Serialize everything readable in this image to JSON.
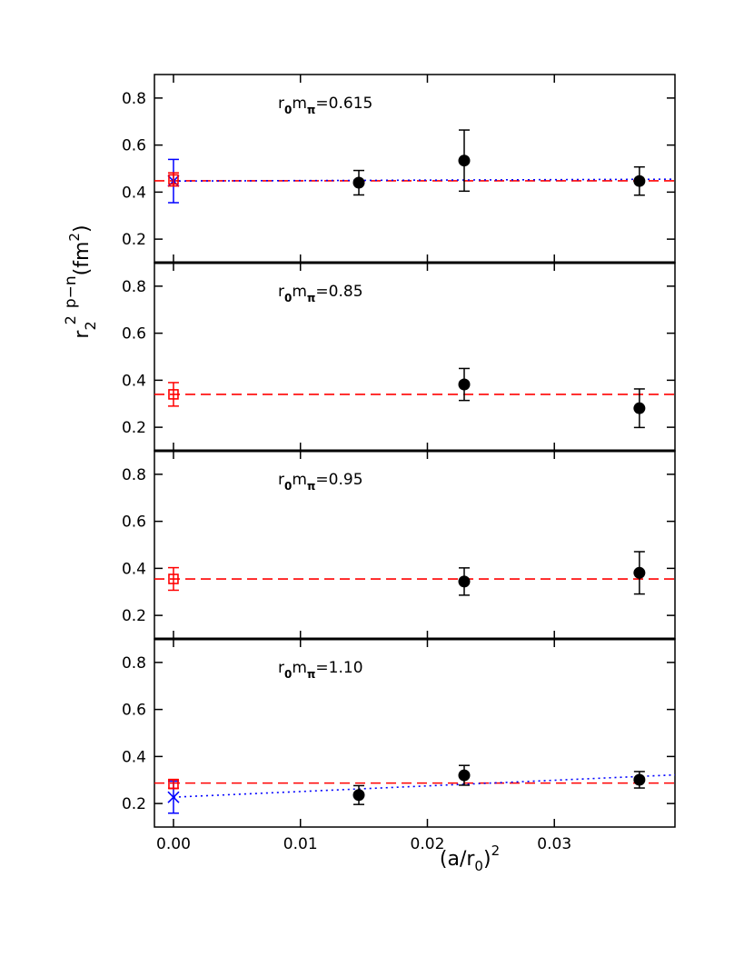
{
  "chart_data": {
    "type": "scatter",
    "xlabel_parts": {
      "base": "(a/r",
      "sub": "0",
      "close": ")",
      "sup": "2"
    },
    "ylabel_parts": {
      "base": "r",
      "sub": "2",
      "sup1": "2",
      "mid": "p−n",
      "unit": "(fm",
      "unit_sup": "2",
      "unit_close": ")"
    },
    "xlim": [
      -0.0015,
      0.0395
    ],
    "xticks": [
      {
        "value": 0.0,
        "label": "0.00"
      },
      {
        "value": 0.01,
        "label": "0.01"
      },
      {
        "value": 0.02,
        "label": "0.02"
      },
      {
        "value": 0.03,
        "label": "0.03"
      }
    ],
    "ylim": [
      0.1,
      0.9
    ],
    "yticks": [
      {
        "value": 0.2,
        "label": "0.2"
      },
      {
        "value": 0.4,
        "label": "0.4"
      },
      {
        "value": 0.6,
        "label": "0.6"
      },
      {
        "value": 0.8,
        "label": "0.8"
      }
    ],
    "colors": {
      "data": "#000000",
      "constant_fit": "#ff0000",
      "linear_fit": "#0000ff"
    },
    "panels": [
      {
        "label_parts": {
          "a": "r",
          "a_sub": "0",
          "b": "m",
          "b_sub": "π",
          "value": "=0.615"
        },
        "points": [
          {
            "x": 0.0146,
            "y": 0.44,
            "err": 0.052
          },
          {
            "x": 0.0229,
            "y": 0.534,
            "err": 0.13
          },
          {
            "x": 0.0367,
            "y": 0.447,
            "err": 0.06
          }
        ],
        "constant_fit": {
          "y": 0.448,
          "y_at_0": 0.454,
          "err": 0.028
        },
        "linear_fit": {
          "y0": 0.447,
          "slope": 0.2,
          "err": 0.092
        }
      },
      {
        "label_parts": {
          "a": "r",
          "a_sub": "0",
          "b": "m",
          "b_sub": "π",
          "value": "=0.85"
        },
        "points": [
          {
            "x": 0.0229,
            "y": 0.382,
            "err": 0.068
          },
          {
            "x": 0.0367,
            "y": 0.281,
            "err": 0.082
          }
        ],
        "constant_fit": {
          "y": 0.34,
          "y_at_0": 0.34,
          "err": 0.05
        },
        "linear_fit": null
      },
      {
        "label_parts": {
          "a": "r",
          "a_sub": "0",
          "b": "m",
          "b_sub": "π",
          "value": "=0.95"
        },
        "points": [
          {
            "x": 0.0229,
            "y": 0.344,
            "err": 0.058
          },
          {
            "x": 0.0367,
            "y": 0.381,
            "err": 0.09
          }
        ],
        "constant_fit": {
          "y": 0.355,
          "y_at_0": 0.355,
          "err": 0.048
        },
        "linear_fit": null
      },
      {
        "label_parts": {
          "a": "r",
          "a_sub": "0",
          "b": "m",
          "b_sub": "π",
          "value": "=1.10"
        },
        "points": [
          {
            "x": 0.0146,
            "y": 0.236,
            "err": 0.04
          },
          {
            "x": 0.0229,
            "y": 0.32,
            "err": 0.042
          },
          {
            "x": 0.0367,
            "y": 0.301,
            "err": 0.035
          }
        ],
        "constant_fit": {
          "y": 0.287,
          "y_at_0": 0.283,
          "err": 0.018
        },
        "linear_fit": {
          "y0": 0.227,
          "slope": 2.4,
          "err": 0.068
        }
      }
    ]
  }
}
